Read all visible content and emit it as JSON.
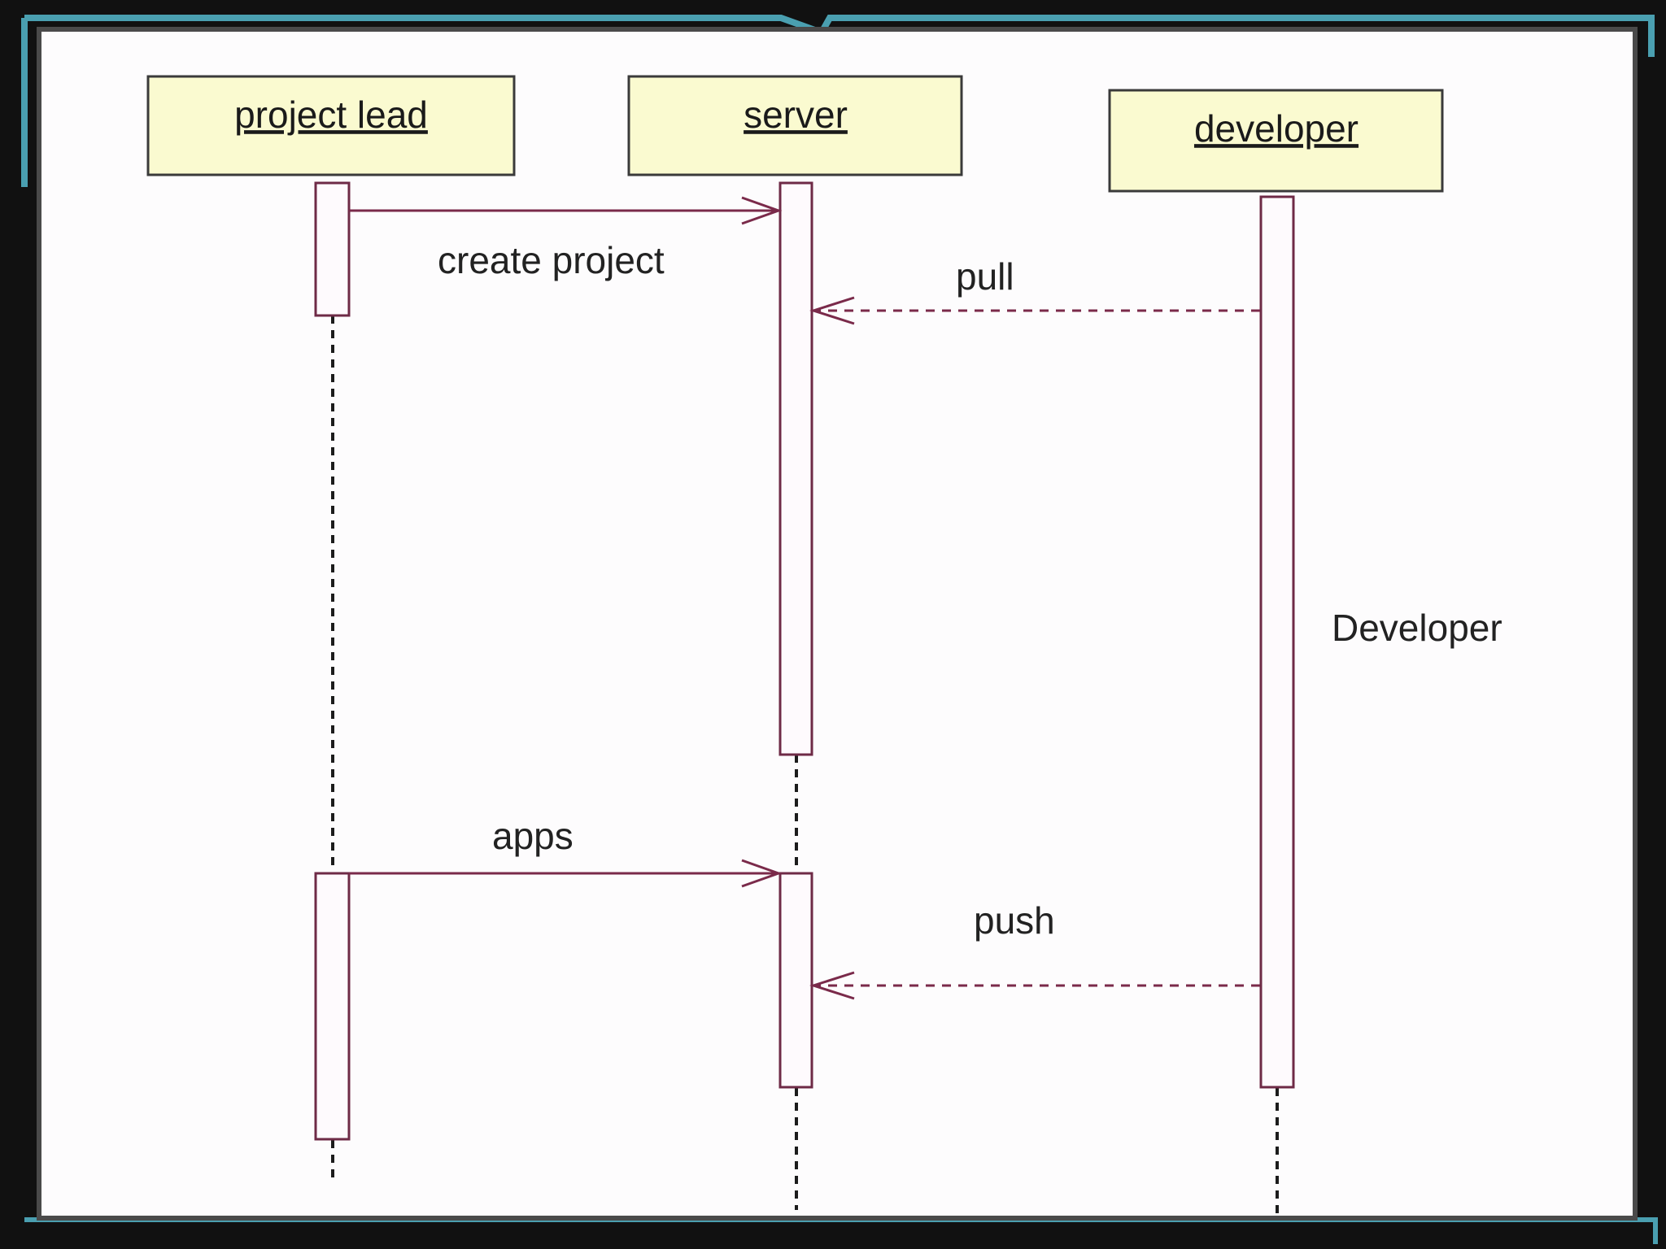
{
  "diagram": {
    "type": "sequence",
    "colors": {
      "frame_outer": "#111111",
      "frame_accent": "#4a9fb0",
      "canvas": "#fdfcfd",
      "lifeline_box_fill": "#fafad0",
      "lifeline_box_stroke": "#3a3a3a",
      "activation_fill": "#fefafd",
      "activation_stroke": "#6e2a46",
      "message_stroke": "#7a2a4a",
      "dashed_lifeline": "#1c1c1c"
    },
    "lifelines": [
      {
        "id": "project-lead",
        "label": "project lead"
      },
      {
        "id": "server",
        "label": "server"
      },
      {
        "id": "developer",
        "label": "developer"
      }
    ],
    "messages": [
      {
        "id": "create-project",
        "label": "create project",
        "from": "project-lead",
        "to": "server",
        "style": "solid"
      },
      {
        "id": "pull",
        "label": "pull",
        "from": "developer",
        "to": "server",
        "style": "dashed"
      },
      {
        "id": "apps",
        "label": "apps",
        "from": "project-lead",
        "to": "server",
        "style": "solid"
      },
      {
        "id": "push",
        "label": "push",
        "from": "developer",
        "to": "server",
        "style": "dashed"
      }
    ],
    "note": {
      "label": "Developer"
    }
  }
}
